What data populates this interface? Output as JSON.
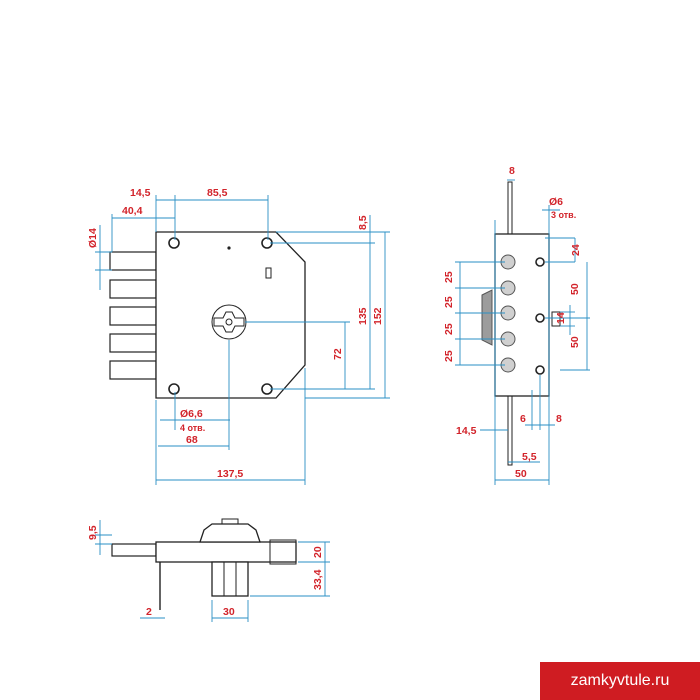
{
  "front_view": {
    "dims": {
      "d14_5": "14,5",
      "d85_5": "85,5",
      "d40_4": "40,4",
      "dia14": "Ø14",
      "d8_5": "8,5",
      "d135": "135",
      "d152": "152",
      "d72": "72",
      "dia6_6": "Ø6,6",
      "holes4": "4 отв.",
      "d68": "68",
      "d137_5": "137,5"
    }
  },
  "side_view": {
    "dims": {
      "d8": "8",
      "dia6": "Ø6",
      "holes3": "3 отв.",
      "d24": "24",
      "d25a": "25",
      "d25b": "25",
      "d25c": "25",
      "d25d": "25",
      "d50a": "50",
      "d14": "14",
      "d50b": "50",
      "d14_5": "14,5",
      "d6": "6",
      "d8b": "8",
      "d5_5": "5,5",
      "d50c": "50"
    }
  },
  "bottom_view": {
    "dims": {
      "d9_5": "9,5",
      "d20": "20",
      "d33_4": "33,4",
      "d2": "2",
      "d30": "30"
    }
  },
  "watermark": "zamkyvtule.ru",
  "colors": {
    "dimension_text": "#d2232a",
    "dimension_line": "#2a8fc4",
    "outline": "#222222"
  }
}
